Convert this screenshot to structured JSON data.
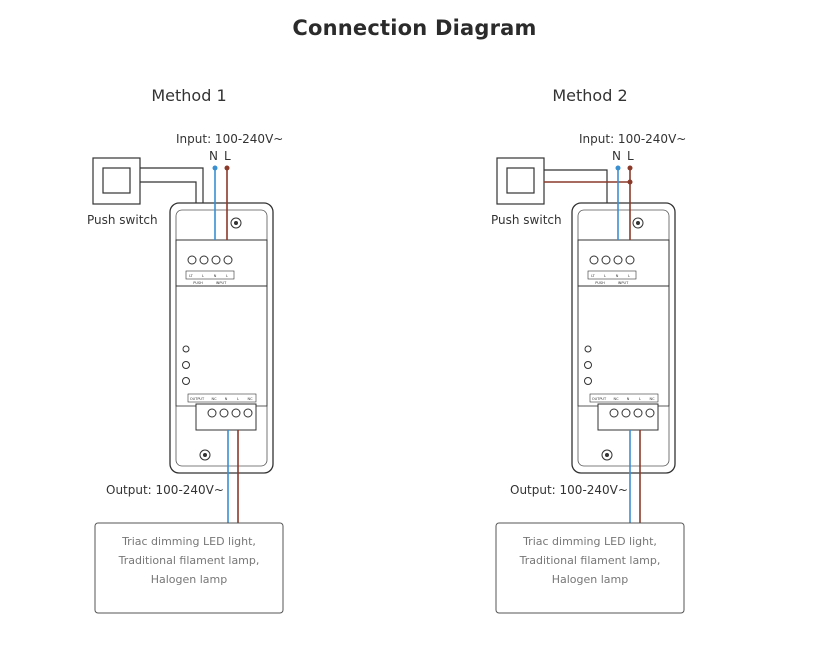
{
  "title": "Connection Diagram",
  "methods": [
    {
      "title": "Method 1",
      "input_label": "Input: 100-240V~",
      "n_label": "N",
      "l_label": "L",
      "switch_label": "Push switch",
      "output_label": "Output: 100-240V~",
      "terminal_top": [
        "LT",
        "L",
        "N",
        "L"
      ],
      "terminal_top_groups": [
        "PUSH",
        "INPUT"
      ],
      "terminal_bottom": [
        "OUTPUT",
        "NC",
        "N",
        "L",
        "NC"
      ],
      "load_lines": [
        "Triac dimming LED light,",
        "Traditional filament lamp,",
        "Halogen lamp"
      ]
    },
    {
      "title": "Method 2",
      "input_label": "Input: 100-240V~",
      "n_label": "N",
      "l_label": "L",
      "switch_label": "Push switch",
      "output_label": "Output: 100-240V~",
      "terminal_top": [
        "LT",
        "L",
        "N",
        "L"
      ],
      "terminal_top_groups": [
        "PUSH",
        "INPUT"
      ],
      "terminal_bottom": [
        "OUTPUT",
        "NC",
        "N",
        "L",
        "NC"
      ],
      "load_lines": [
        "Triac dimming LED light,",
        "Traditional filament lamp,",
        "Halogen lamp"
      ]
    }
  ],
  "colors": {
    "neutral_wire": "#3a8fd0",
    "live_wire": "#8b3a2a",
    "outline": "#333333",
    "text": "#333333",
    "muted_text": "#777777"
  }
}
